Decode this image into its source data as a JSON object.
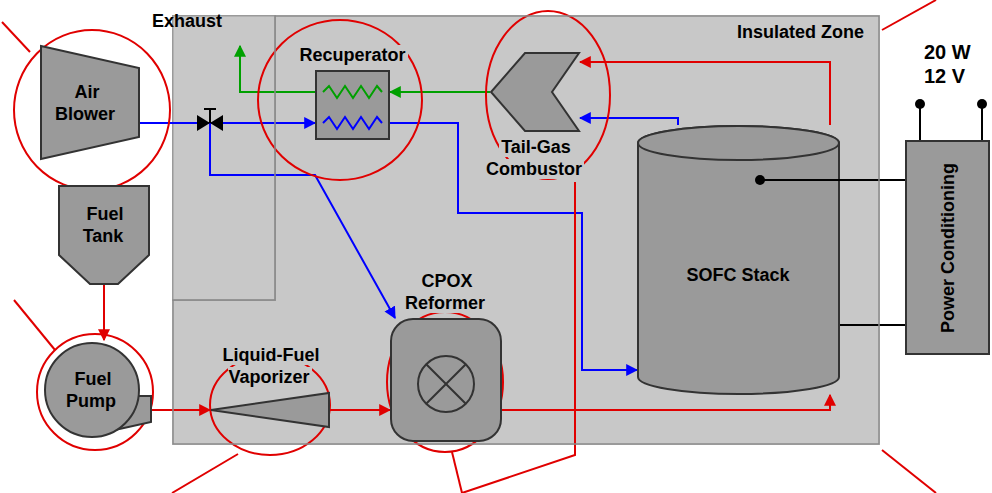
{
  "diagram": {
    "nodes": [
      {
        "text": [
          "Air Blower"
        ]
      },
      {
        "text": [
          "Fuel Tank"
        ]
      },
      {
        "text": [
          "Fuel Pump"
        ]
      },
      {
        "text": [
          "Insulated Zone"
        ]
      },
      {
        "text": [
          "Recuperator"
        ],
        "in": 3
      },
      {
        "text": [
          "Tail-Gas Combustor"
        ],
        "in": 3
      },
      {
        "text": [
          "Liquid-Fuel Vaporizer"
        ],
        "in": 3
      },
      {
        "text": [
          "CPOX Reformer"
        ],
        "in": 3
      },
      {
        "text": [
          "SOFC Stack"
        ],
        "in": 3
      },
      {
        "text": [
          "Power Conditioning"
        ]
      }
    ],
    "edges": [
      {
        "from": 0,
        "to": 4,
        "arrow": "to"
      },
      {
        "from": 0,
        "to": 7,
        "arrow": "to"
      },
      {
        "from": 1,
        "to": 2,
        "arrow": "to"
      },
      {
        "from": 2,
        "to": 6,
        "arrow": "to"
      },
      {
        "from": 6,
        "to": 7,
        "arrow": "to"
      },
      {
        "from": 7,
        "to": 8,
        "arrow": "to"
      },
      {
        "from": 8,
        "to": 5,
        "arrow": "to"
      },
      {
        "from": 8,
        "to": 5,
        "arrow": "to"
      },
      {
        "from": 4,
        "to": 8,
        "arrow": "to"
      },
      {
        "from": 5,
        "to": 4,
        "arrow": "to"
      },
      {
        "from": 8,
        "to": 9,
        "arrow": "none"
      },
      {
        "from": 8,
        "to": 9,
        "arrow": "none"
      }
    ],
    "labels": [
      "Exhaust",
      "20 W",
      "12 V"
    ]
  }
}
